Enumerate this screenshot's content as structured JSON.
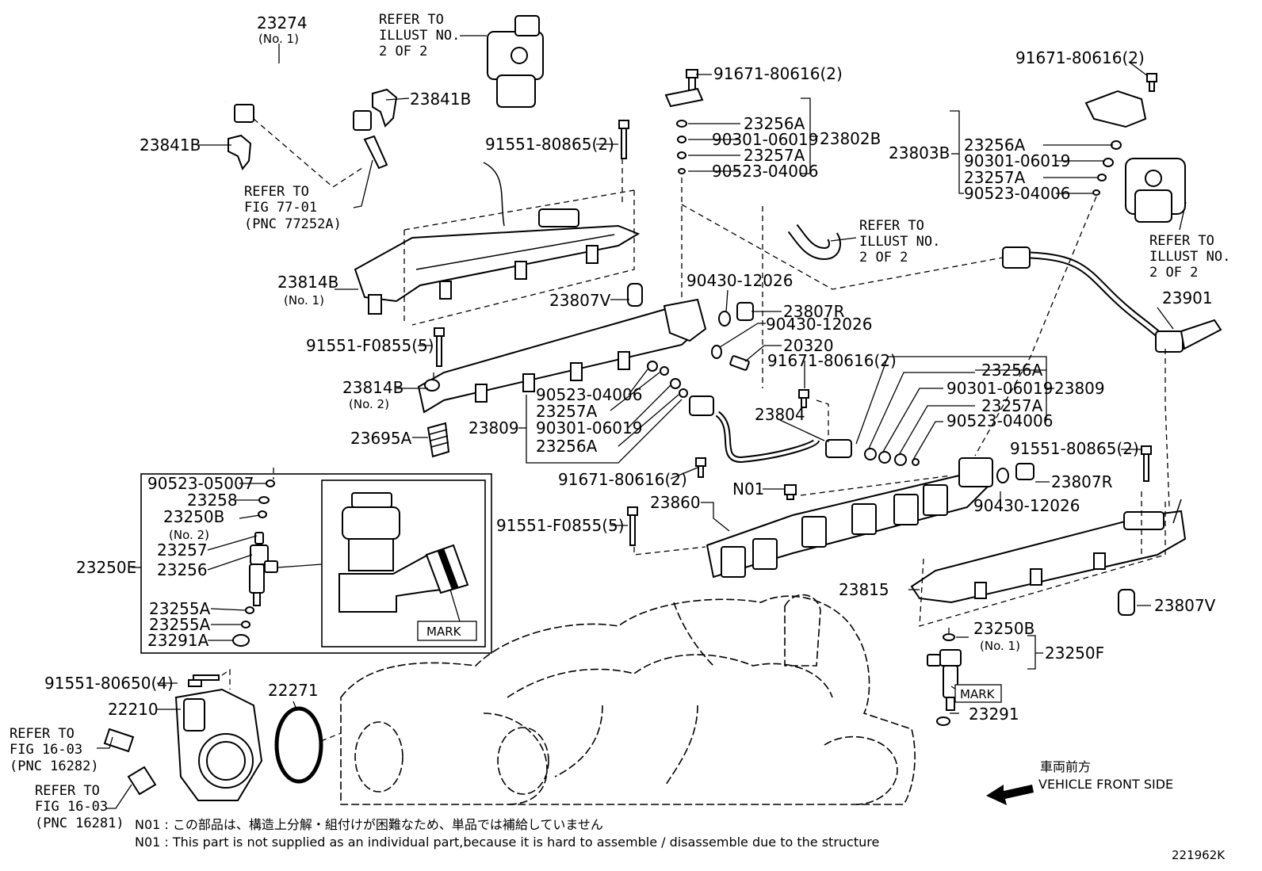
{
  "diagram_id": "221962K",
  "labels": {
    "p23274": "23274",
    "p23274_sub": "(No. 1)",
    "refer_illust_top_1": "REFER TO",
    "refer_illust_top_2": "ILLUST NO.",
    "refer_illust_top_3": "2 OF 2",
    "p91671_top": "91671-80616(2)",
    "p23841B_top": "23841B",
    "p23841B_left": "23841B",
    "p91551_80865_top": "91551-80865(2)",
    "p23256A_a": "23256A",
    "p90301_a": "90301-06019",
    "p23257A_a": "23257A",
    "p90523_a": "90523-04006",
    "p23802B": "23802B",
    "refer_fig77_1": "REFER TO",
    "refer_fig77_2": "FIG 77-01",
    "refer_fig77_3": "(PNC 77252A)",
    "p91671_right_top": "91671-80616(2)",
    "p23803B": "23803B",
    "p23256A_b": "23256A",
    "p90301_b": "90301-06019",
    "p23257A_b": "23257A",
    "p90523_b": "90523-04006",
    "refer_illust_right_1": "REFER TO",
    "refer_illust_right_2": "ILLUST NO.",
    "refer_illust_right_3": "2 OF 2",
    "refer_illust_mid_1": "REFER TO",
    "refer_illust_mid_2": "ILLUST NO.",
    "refer_illust_mid_3": "2 OF 2",
    "p23814B_1": "23814B",
    "p23814B_1_sub": "(No. 1)",
    "p23807V_a": "23807V",
    "p90430_a": "90430-12026",
    "p23807R_a": "23807R",
    "p90430_b": "90430-12026",
    "p20320": "20320",
    "p91671_mid": "91671-80616(2)",
    "p23901": "23901",
    "p91551_F0855_a": "91551-F0855(5)",
    "p23814B_2": "23814B",
    "p23814B_2_sub": "(No. 2)",
    "p90523_c": "90523-04006",
    "p23257A_c": "23257A",
    "p23809_left": "23809",
    "p90301_c": "90301-06019",
    "p23256A_c": "23256A",
    "p23804": "23804",
    "p23256A_d": "23256A",
    "p90301_d": "90301-06019",
    "p23809_right": "23809",
    "p23257A_d": "23257A",
    "p90523_d": "90523-04006",
    "p23695A": "23695A",
    "p91671_low": "91671-80616(2)",
    "p91551_80865_right": "91551-80865(2)",
    "p23807R_b": "23807R",
    "p90430_c": "90430-12026",
    "pN01": "N01",
    "p23860": "23860",
    "p91551_F0855_b": "91551-F0855(5)",
    "p90523_05007": "90523-05007",
    "p23258": "23258",
    "p23250B_a": "23250B",
    "p23250B_a_sub": "(No. 2)",
    "p23257": "23257",
    "p23256": "23256",
    "p23250E": "23250E",
    "p23255A_1": "23255A",
    "p23255A_2": "23255A",
    "p23291A": "23291A",
    "mark_1": "MARK",
    "p23815": "23815",
    "p23807V_b": "23807V",
    "p23250B_b": "23250B",
    "p23250B_b_sub": "(No. 1)",
    "p23250F": "23250F",
    "mark_2": "MARK",
    "p23291": "23291",
    "p91551_80650": "91551-80650(4)",
    "p22210": "22210",
    "p22271": "22271",
    "refer_fig16a_1": "REFER TO",
    "refer_fig16a_2": "FIG 16-03",
    "refer_fig16a_3": "(PNC 16282)",
    "refer_fig16b_1": "REFER TO",
    "refer_fig16b_2": "FIG 16-03",
    "refer_fig16b_3": "(PNC 16281)",
    "front_jp": "車両前方",
    "front_en": "VEHICLE FRONT SIDE",
    "note_jp": "N01 : この部品は、構造上分解・組付けが困難なため、単品では補給していません",
    "note_en": "N01 : This part is not supplied as an individual part,because it is hard to assemble / disassemble due to the structure"
  }
}
